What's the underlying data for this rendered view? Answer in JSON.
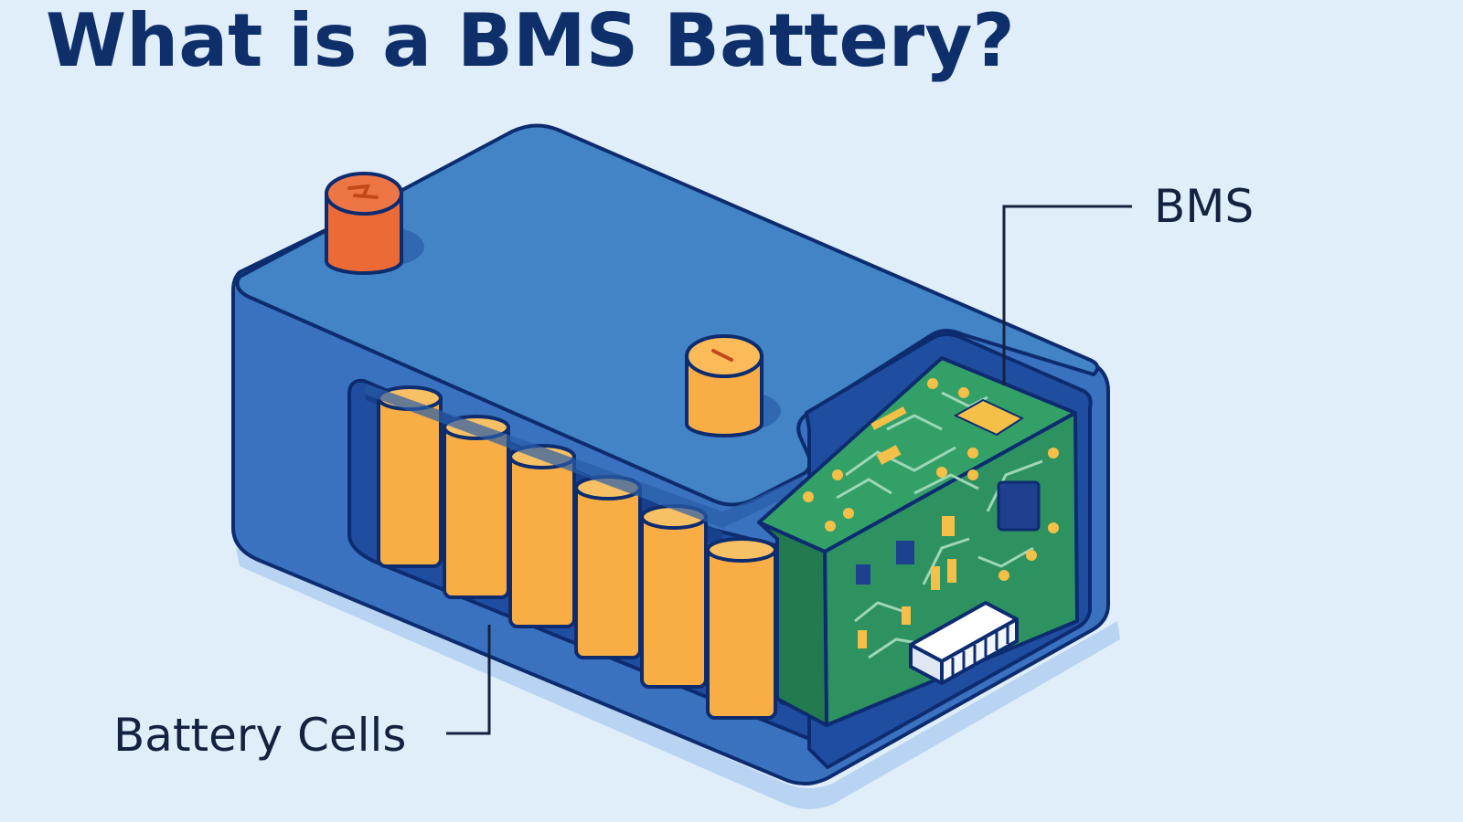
{
  "title": "What is a BMS Battery?",
  "labels": {
    "bms": "BMS",
    "cells": "Battery Cells"
  },
  "colors": {
    "background": "#e0eefa",
    "title": "#0f2f6b",
    "label": "#14223f",
    "outline": "#0d2c70",
    "casing_top": "#4284c6",
    "casing_side": "#3a72c0",
    "casing_inner": "#1f4ea0",
    "cell": "#f8ae45",
    "terminal_positive": "#ec6a36",
    "terminal_negative": "#f8ae45",
    "pcb": "#2f9a62",
    "pcb_trace": "#9ed6b8",
    "pcb_pad": "#f5c048",
    "connector": "#f2f6fb"
  },
  "icons": {
    "positive_terminal": "positive-terminal-icon",
    "negative_terminal": "negative-terminal-icon",
    "bms_board": "circuit-board-icon",
    "connector": "connector-icon"
  }
}
